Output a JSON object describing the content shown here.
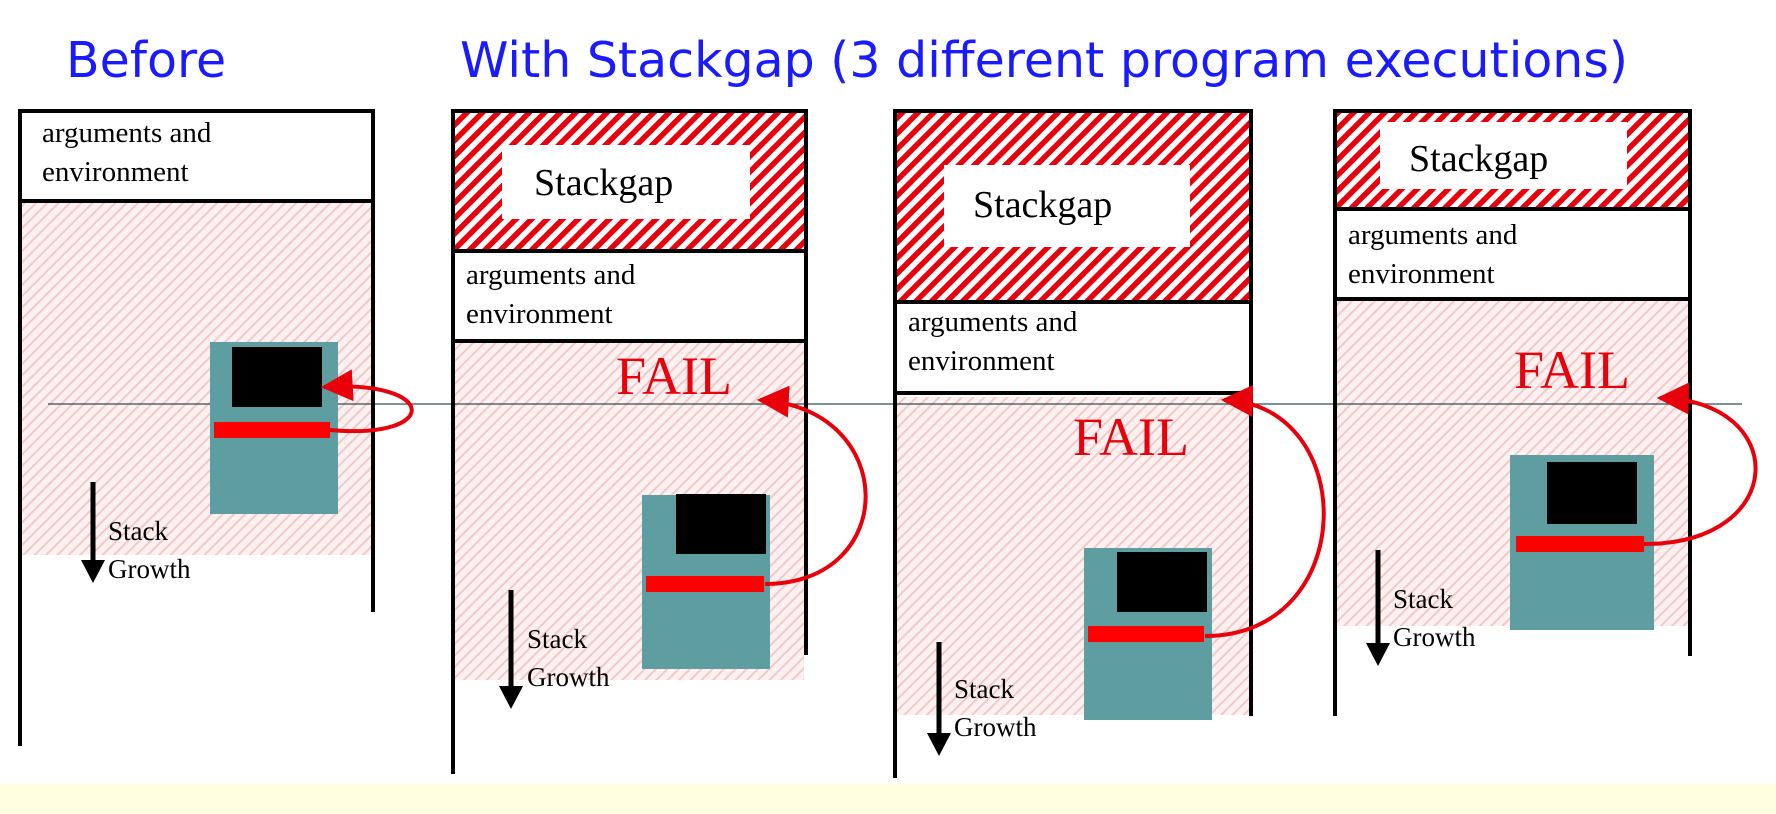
{
  "title_before": "Before",
  "title_with": "With Stackgap  (3 different program executions)",
  "panels": [
    {
      "args_line1": "arguments and",
      "args_line2": "environment",
      "growth_line1": "Stack",
      "growth_line2": "Growth"
    },
    {
      "stackgap_label": "Stackgap",
      "args_line1": "arguments and",
      "args_line2": "environment",
      "fail_label": "FAIL",
      "growth_line1": "Stack",
      "growth_line2": "Growth"
    },
    {
      "stackgap_label": "Stackgap",
      "args_line1": "arguments and",
      "args_line2": "environment",
      "fail_label": "FAIL",
      "growth_line1": "Stack",
      "growth_line2": "Growth"
    },
    {
      "stackgap_label": "Stackgap",
      "args_line1": "arguments and",
      "args_line2": "environment",
      "fail_label": "FAIL",
      "growth_line1": "Stack",
      "growth_line2": "Growth"
    }
  ],
  "colors": {
    "title": "#1a1aff",
    "stackgap_hatch": "#e8000b",
    "fail": "#e8000b",
    "frame": "#5f9ea0",
    "buffer": "#000000",
    "return_address": "#ff0000",
    "stack_region": "#f7d9d9"
  }
}
